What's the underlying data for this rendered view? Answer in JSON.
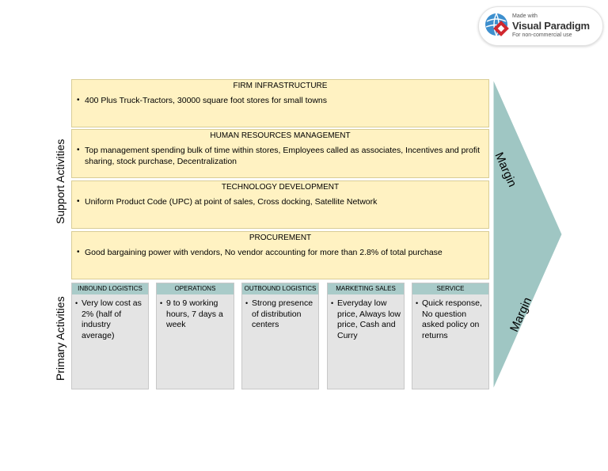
{
  "watermark": {
    "line1": "Made with",
    "brand": "Visual Paradigm",
    "line3": "For non-commercial use"
  },
  "support_label": "Support Activities",
  "primary_label": "Primary Activities",
  "margin_label": "Margin",
  "colors": {
    "support_fill": "#fff2c2",
    "primary_fill": "#e4e4e4",
    "primary_header": "#a9cbc9",
    "margin": "#9fc6c3"
  },
  "support": [
    {
      "title": "FIRM INFRASTRUCTURE",
      "items": [
        "400 Plus Truck-Tractors, 30000 square foot stores for small towns"
      ]
    },
    {
      "title": "HUMAN RESOURCES MANAGEMENT",
      "items": [
        "Top management spending bulk of time within stores, Employees called as associates, Incentives and profit sharing, stock purchase, Decentralization"
      ]
    },
    {
      "title": "TECHNOLOGY DEVELOPMENT",
      "items": [
        "Uniform Product Code (UPC) at point of sales, Cross docking, Satellite Network"
      ]
    },
    {
      "title": "PROCUREMENT",
      "items": [
        "Good bargaining power with vendors, No vendor accounting for more than 2.8% of total purchase"
      ]
    }
  ],
  "primary": [
    {
      "title": "INBOUND LOGISTICS",
      "items": [
        "Very low cost as 2% (half of industry average)"
      ]
    },
    {
      "title": "OPERATIONS",
      "items": [
        "9 to 9 working hours, 7 days a week"
      ]
    },
    {
      "title": "OUTBOUND LOGISTICS",
      "items": [
        "Strong presence of distribution centers"
      ]
    },
    {
      "title": "MARKETING SALES",
      "items": [
        "Everyday low price, Always low price, Cash and Curry"
      ]
    },
    {
      "title": "SERVICE",
      "items": [
        "Quick response, No question asked policy on returns"
      ]
    }
  ]
}
